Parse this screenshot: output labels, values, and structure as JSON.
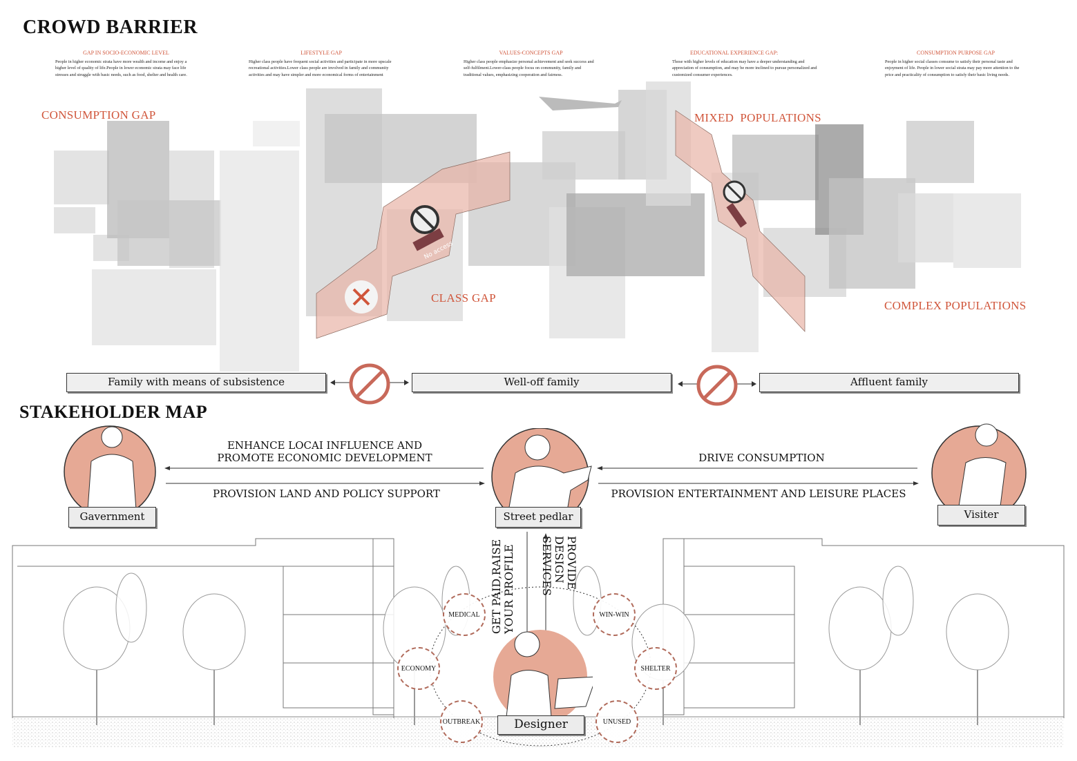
{
  "crowd_barrier": {
    "title": "CROWD BARRIER",
    "gaps": [
      {
        "title": "GAP IN SOCIO-ECONOMIC LEVEL",
        "text": "People in higher economic strata have more wealth and income and enjoy a higher level of quality of life.People in lower economic strata may face life stresses and struggle with basic needs, such as food, shelter and health care."
      },
      {
        "title": "LIFESTYLE GAP",
        "text": "Higher class people have frequent social activities and participate in more upscale recreational activities.Lower class people are involved in family and community activities and may have simpler and more economical forms of entertainment"
      },
      {
        "title": "VALUES-CONCEPTS GAP",
        "text": "Higher class people emphasize personal achievement and seek success and self-fulfilment.Lower-class people focus on community, family and traditional values, emphasizing cooperation and fairness."
      },
      {
        "title": "EDUCATIONAL EXPERIENCE GAP:",
        "text": "Those with higher levels of education may have a deeper understanding and appreciation of consumption, and may be more inclined to pursue personalized and customized consumer experiences."
      },
      {
        "title": "CONSUMPTION PURPOSE GAP",
        "text": "People in higher social classes consume to satisfy their personal taste and enjoyment of life. People in lower social strata may pay more attention to the price and practicality of consumption to satisfy their basic living needs."
      }
    ],
    "labels": {
      "consumption_gap": "CONSUMPTION GAP",
      "mixed": "MIXED  POPULATIONS",
      "class_gap": "CLASS GAP",
      "complex": "COMPLEX POPULATIONS"
    },
    "signs": {
      "no_access": "No access"
    },
    "families": [
      "Family with means of subsistence",
      "Well-off family",
      "Affluent family"
    ]
  },
  "stakeholder_map": {
    "title": "STAKEHOLDER MAP",
    "actors": {
      "government": "Gavernment",
      "street_pedlar": "Street pedlar",
      "visitor": "Visiter",
      "designer": "Designer"
    },
    "flows": {
      "to_government": "ENHANCE LOCAI INFLUENCE AND PROMOTE ECONOMIC DEVELOPMENT",
      "from_government": "PROVISION LAND AND POLICY SUPPORT",
      "from_visitor": "DRIVE CONSUMPTION",
      "to_visitor": "PROVISION ENTERTAINMENT AND LEISURE PLACES",
      "to_designer": "GET PAID,RAISE YOUR PROFILE",
      "from_designer": "PROVIDE DESIGN SERVICES"
    },
    "issues": [
      "MEDICAL",
      "ECONOMY",
      "OUTBREAK",
      "WIN-WIN",
      "SHELTER",
      "UNUSED"
    ]
  },
  "colors": {
    "accent": "#d0553a",
    "circle": "#e6a995",
    "band": "#e8b3a6"
  }
}
